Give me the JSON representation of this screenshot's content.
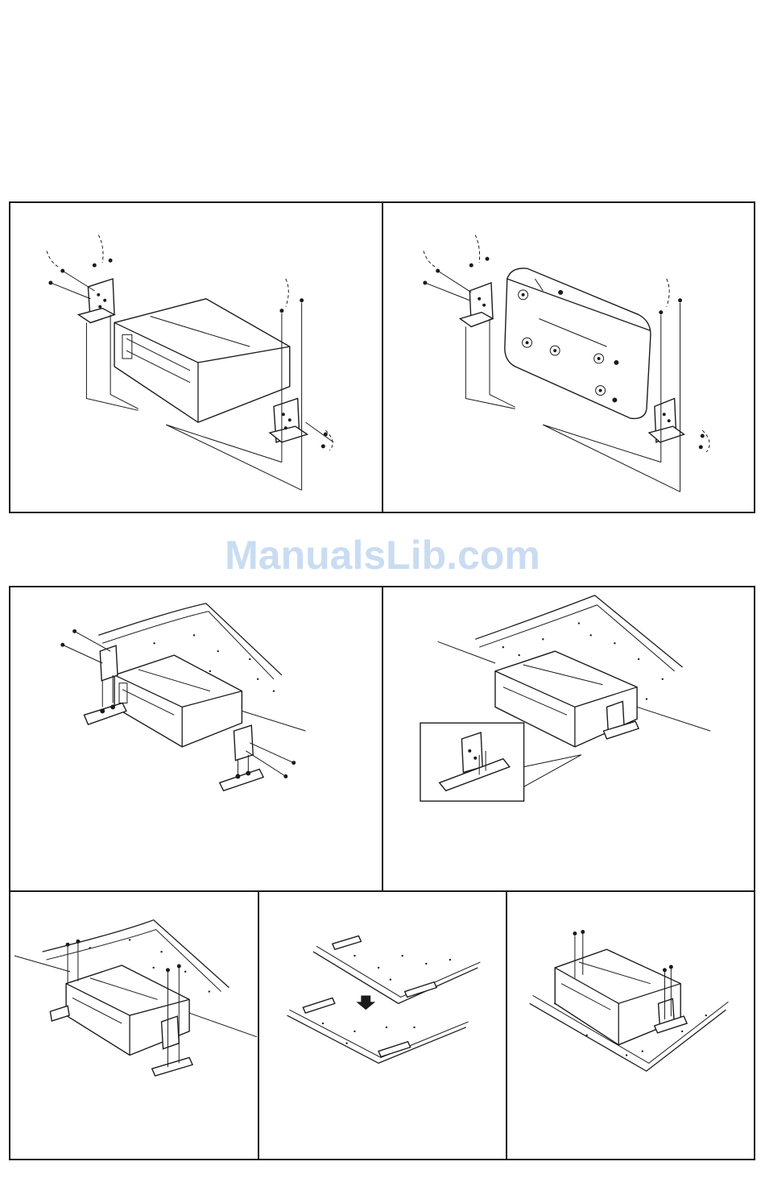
{
  "watermark": {
    "text": "ManualsLib.com",
    "color": "#c9dcf2"
  },
  "figures": [
    {
      "id": "fig-horizontal-mount-brackets",
      "icon": "cd-changer-with-l-brackets-illustration"
    },
    {
      "id": "fig-vertical-mount-brackets",
      "icon": "cd-changer-upright-with-brackets-illustration"
    },
    {
      "id": "fig-hanging-mount-exploded",
      "icon": "cd-changer-under-surface-exploded-illustration"
    },
    {
      "id": "fig-hanging-mount-assembled",
      "icon": "cd-changer-under-surface-assembled-illustration"
    },
    {
      "id": "fig-hanging-mount-wingnuts",
      "icon": "cd-changer-hanging-wingnuts-illustration"
    },
    {
      "id": "fig-floor-plates",
      "icon": "floor-mounting-plates-illustration"
    },
    {
      "id": "fig-floor-mount-finished",
      "icon": "cd-changer-on-floor-illustration"
    }
  ]
}
